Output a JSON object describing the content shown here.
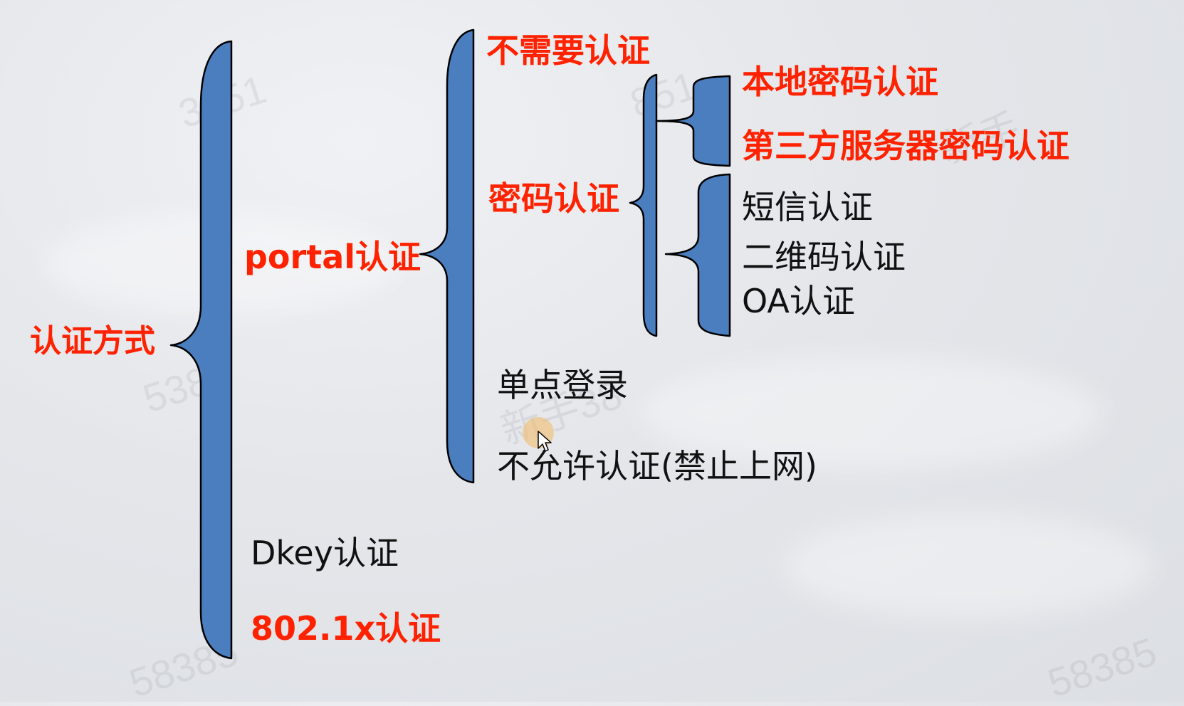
{
  "colors": {
    "brace_fill": "#4a7ebf",
    "brace_stroke": "#000000",
    "emphasis_text": "#ff2200",
    "normal_text": "#111111",
    "cursor_halo": "#f0be6e"
  },
  "diagram": {
    "root": {
      "label": "认证方式",
      "emphasis": true
    },
    "level1": [
      {
        "label": "portal认证",
        "emphasis": true
      },
      {
        "label": "Dkey认证",
        "emphasis": false
      },
      {
        "label": "802.1x认证",
        "emphasis": true
      }
    ],
    "portal_children": [
      {
        "label": "不需要认证",
        "emphasis": true
      },
      {
        "label": "密码认证",
        "emphasis": true
      },
      {
        "label": "单点登录",
        "emphasis": false
      },
      {
        "label": "不允许认证(禁止上网)",
        "emphasis": false
      }
    ],
    "password_group_a": [
      {
        "label": "本地密码认证",
        "emphasis": true
      },
      {
        "label": "第三方服务器密码认证",
        "emphasis": true
      }
    ],
    "password_group_b": [
      {
        "label": "短信认证",
        "emphasis": false
      },
      {
        "label": "二维码认证",
        "emphasis": false
      },
      {
        "label": "OA认证",
        "emphasis": false
      }
    ]
  },
  "watermarks": [
    "3851",
    "851",
    "新手",
    "5385",
    "新手38",
    "58385",
    "58385"
  ]
}
